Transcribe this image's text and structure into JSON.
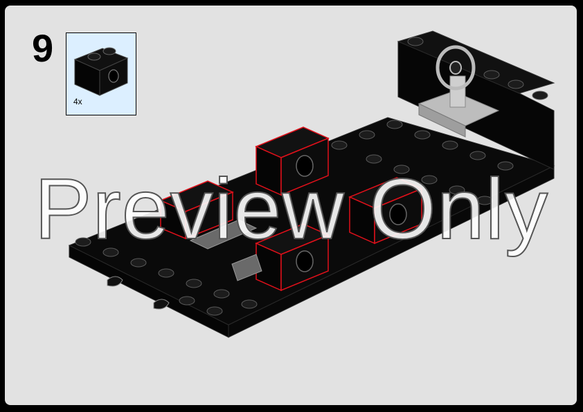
{
  "step": {
    "number": "9"
  },
  "callout": {
    "quantity": "4x",
    "part_color": "#0a0a0a",
    "background": "#dcefff"
  },
  "model": {
    "part_color": "#0b0b0b",
    "highlight_color": "#e0101a",
    "accent_gray": "#b8b8b8"
  },
  "watermark": {
    "text": "Preview Only"
  }
}
